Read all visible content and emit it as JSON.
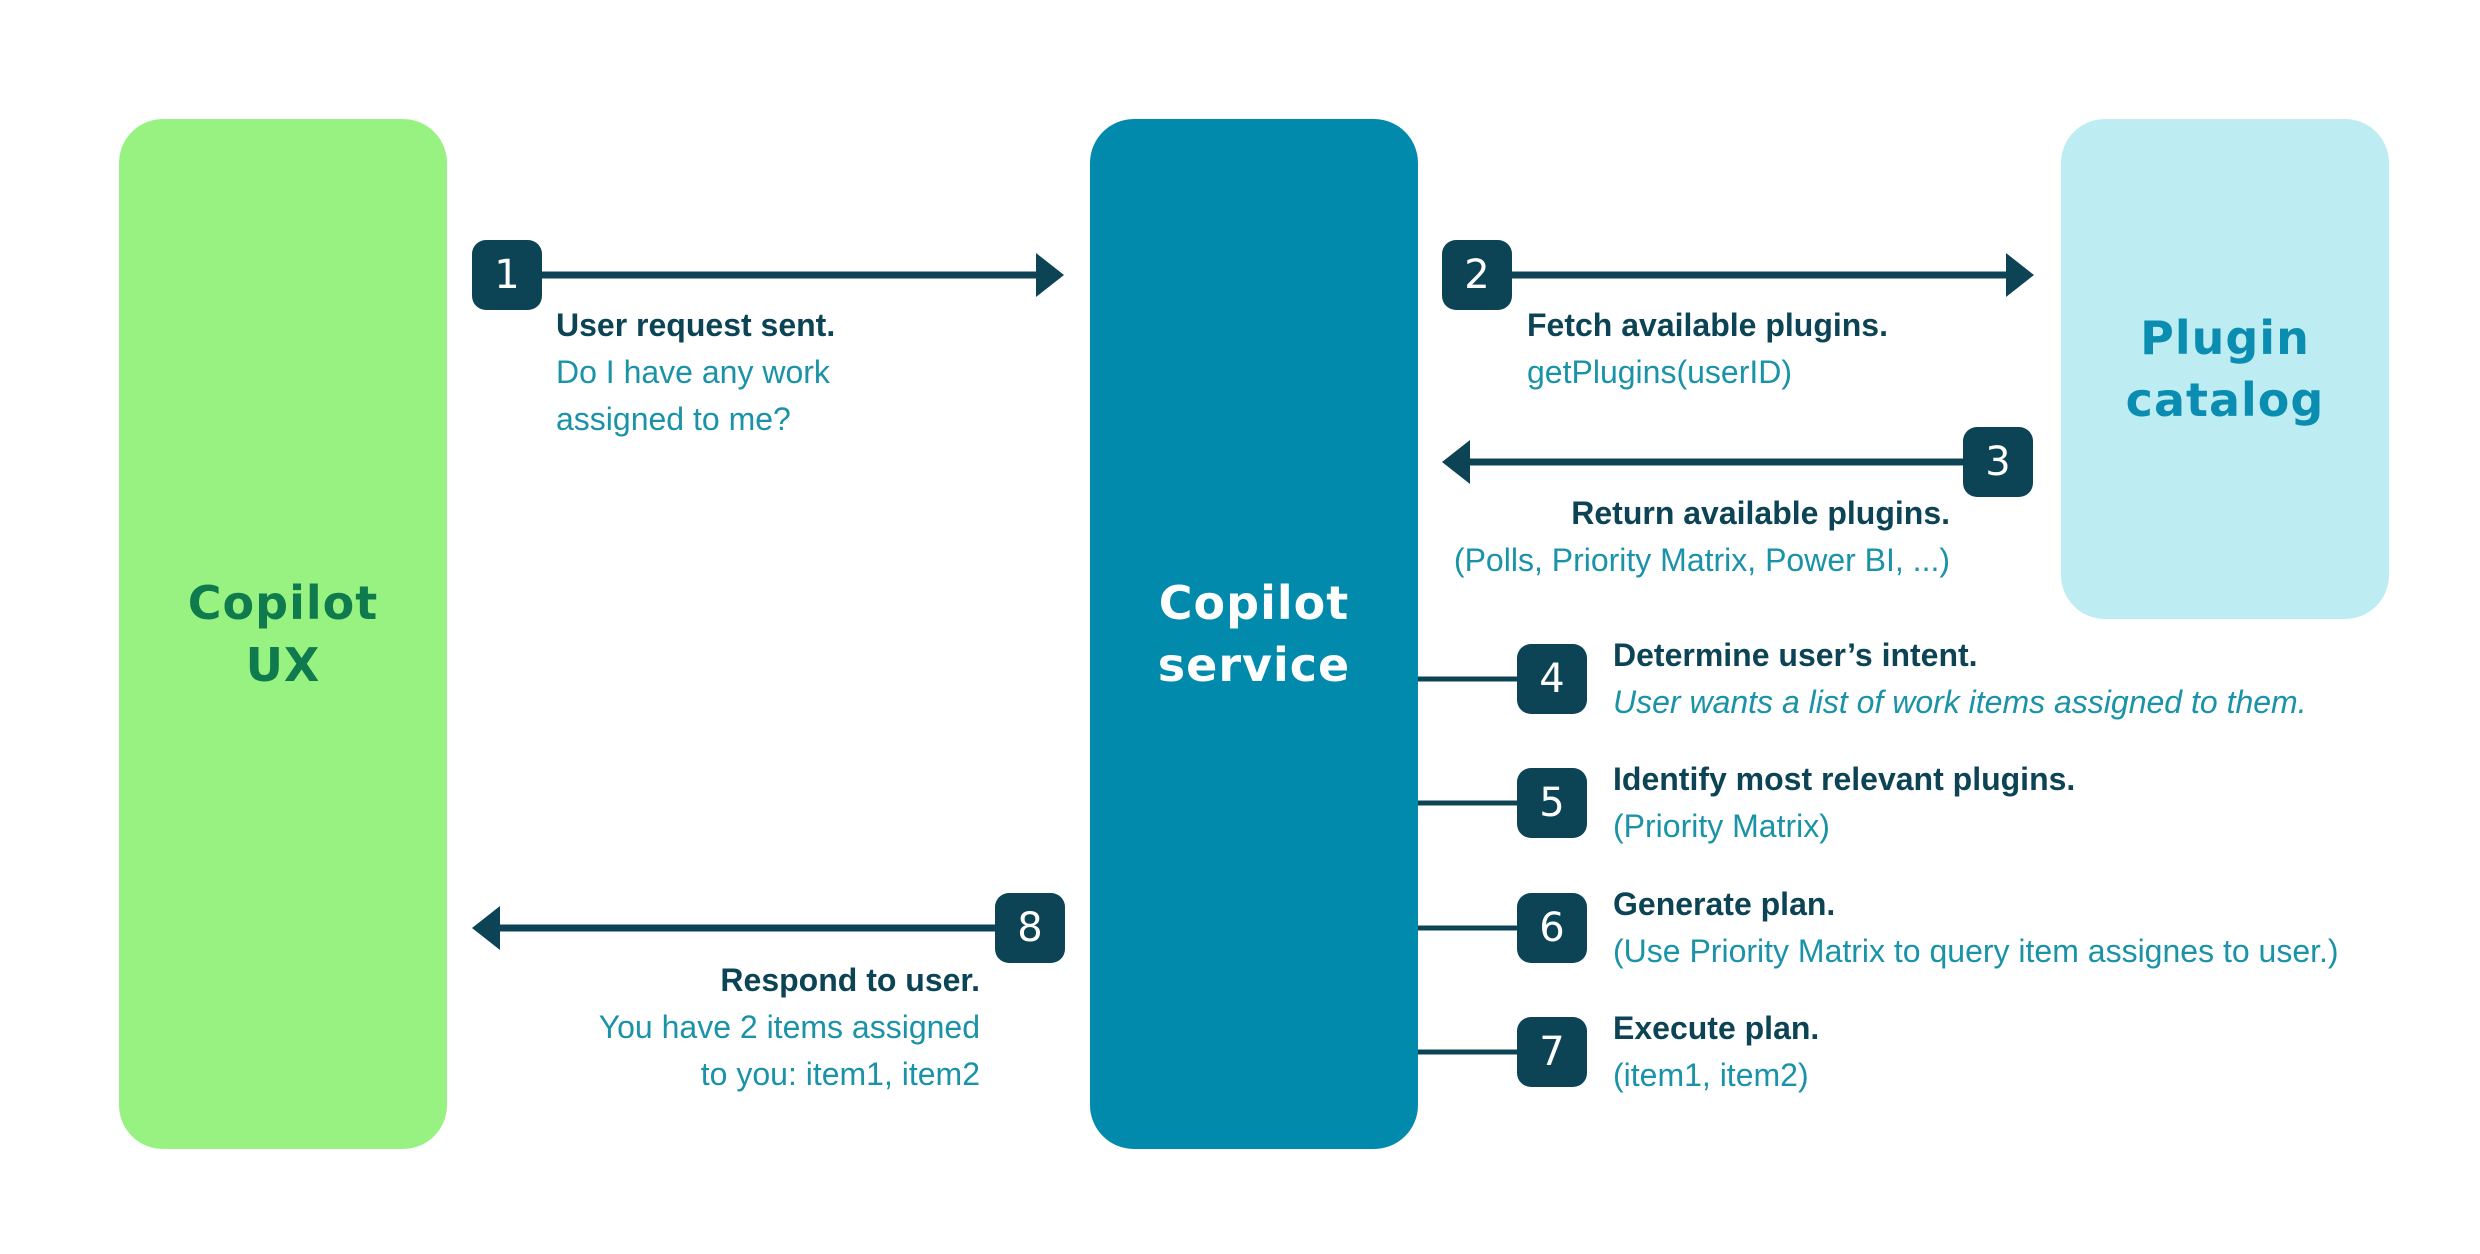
{
  "boxes": {
    "ux": "Copilot\nUX",
    "service": "Copilot\nservice",
    "catalog": "Plugin\ncatalog"
  },
  "steps": [
    {
      "num": "1",
      "title": "User request sent.",
      "detail": "Do I have any work\nassigned to me?"
    },
    {
      "num": "2",
      "title": "Fetch available plugins.",
      "detail": "getPlugins(userID)"
    },
    {
      "num": "3",
      "title": "Return available plugins.",
      "detail": "(Polls, Priority Matrix, Power BI, ...)"
    },
    {
      "num": "4",
      "title": "Determine user’s intent.",
      "detail": "User wants a list of work items assigned to them."
    },
    {
      "num": "5",
      "title": "Identify most relevant plugins.",
      "detail": "(Priority Matrix)"
    },
    {
      "num": "6",
      "title": "Generate plan.",
      "detail": "(Use Priority Matrix to query item assignes to user.)"
    },
    {
      "num": "7",
      "title": "Execute plan.",
      "detail": "(item1, item2)"
    },
    {
      "num": "8",
      "title": "Respond to user.",
      "detail": "You have 2 items assigned\nto you: item1, item2"
    }
  ],
  "colors": {
    "ux_box": "#98f281",
    "service_box": "#028aac",
    "catalog_box": "#bdecf2",
    "badge": "#0c4456",
    "line": "#0c4456",
    "detail_text": "#1a93a8"
  }
}
